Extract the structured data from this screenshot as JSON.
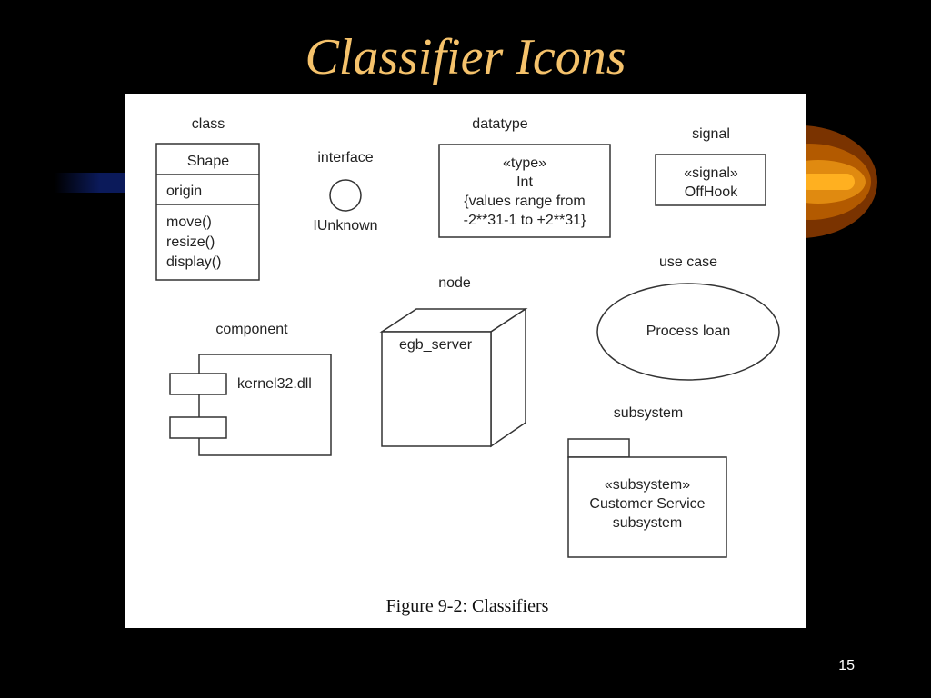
{
  "slide": {
    "title": "Classifier Icons",
    "number": "15",
    "colors": {
      "background": "#000000",
      "title": "#F5C26B",
      "accent": "#F5A623",
      "panel": "#FFFFFF"
    }
  },
  "figure": {
    "caption": "Figure 9-2: Classifiers",
    "class_icon": {
      "label": "class",
      "name": "Shape",
      "attributes": [
        "origin"
      ],
      "operations": [
        "move()",
        "resize()",
        "display()"
      ]
    },
    "interface_icon": {
      "label": "interface",
      "name": "IUnknown"
    },
    "datatype_icon": {
      "label": "datatype",
      "lines": [
        "«type»",
        "Int",
        "{values range from",
        "-2**31-1 to +2**31}"
      ]
    },
    "signal_icon": {
      "label": "signal",
      "lines": [
        "«signal»",
        "OffHook"
      ]
    },
    "node_icon": {
      "label": "node",
      "name": "egb_server"
    },
    "use_case_icon": {
      "label": "use case",
      "name": "Process loan"
    },
    "component_icon": {
      "label": "component",
      "name": "kernel32.dll"
    },
    "subsystem_icon": {
      "label": "subsystem",
      "lines": [
        "«subsystem»",
        "Customer Service",
        "subsystem"
      ]
    }
  }
}
